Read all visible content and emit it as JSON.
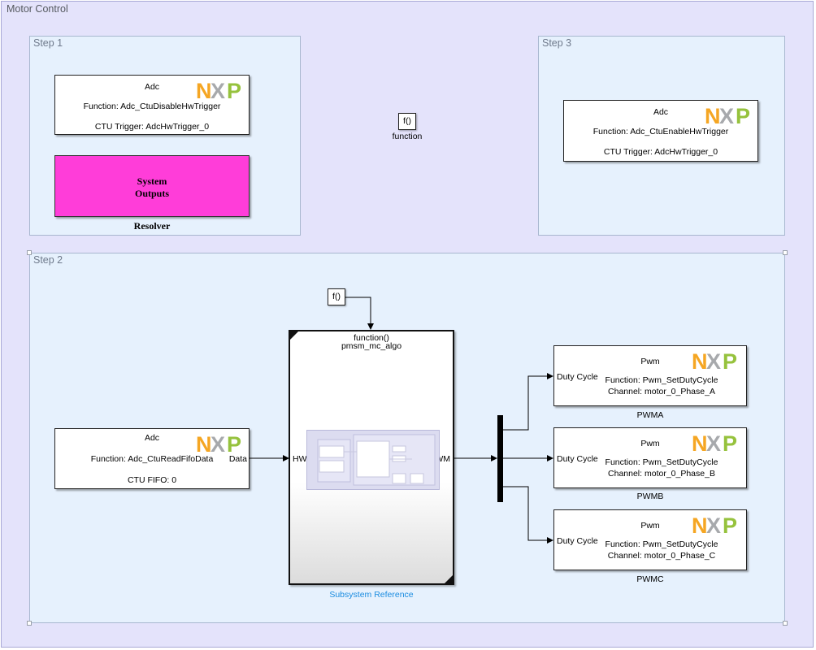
{
  "diagram": {
    "title": "Motor Control",
    "step1": {
      "label": "Step 1",
      "adc_block": {
        "name": "Adc",
        "function": "Function: Adc_CtuDisableHwTrigger",
        "trigger": "CTU Trigger: AdcHwTrigger_0"
      },
      "outputs_block": {
        "line1": "System",
        "line2": "Outputs",
        "caption": "Resolver",
        "color": "#ff3dd9"
      }
    },
    "function_call": {
      "symbol": "f()",
      "label": "function"
    },
    "step3": {
      "label": "Step 3",
      "adc_block": {
        "name": "Adc",
        "function": "Function: Adc_CtuEnableHwTrigger",
        "trigger": "CTU Trigger: AdcHwTrigger_0"
      }
    },
    "step2": {
      "label": "Step 2",
      "fcall_symbol": "f()",
      "adc_block": {
        "name": "Adc",
        "function": "Function: Adc_CtuReadFifoData",
        "fifo": "CTU FIFO: 0",
        "out_port": "Data"
      },
      "subsystem": {
        "trigger": "function()",
        "name": "pmsm_mc_algo",
        "in_port": "HW_ADC",
        "out_port": "HW_PWM",
        "caption": "Subsystem Reference",
        "caption_color": "#1a8ce0"
      },
      "pwm_blocks": [
        {
          "name": "Pwm",
          "port": "Duty Cycle",
          "function": "Function: Pwm_SetDutyCycle",
          "channel": "Channel: motor_0_Phase_A",
          "caption": "PWMA"
        },
        {
          "name": "Pwm",
          "port": "Duty Cycle",
          "function": "Function: Pwm_SetDutyCycle",
          "channel": "Channel: motor_0_Phase_B",
          "caption": "PWMB"
        },
        {
          "name": "Pwm",
          "port": "Duty Cycle",
          "function": "Function: Pwm_SetDutyCycle",
          "channel": "Channel: motor_0_Phase_C",
          "caption": "PWMC"
        }
      ]
    },
    "logo": {
      "letters": [
        "N",
        "X",
        "P"
      ],
      "colors": {
        "N": "#f5a623",
        "X": "#a7a9ac",
        "P": "#96c23d"
      }
    }
  }
}
